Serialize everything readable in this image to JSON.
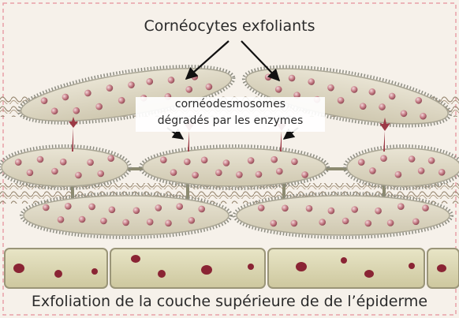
{
  "title": "Cornéocytes exfoliants",
  "enzyme_label_line1": "cornéodesmosomes",
  "enzyme_label_line2": "dégradés par les enzymes",
  "caption": "Exfoliation de la couche supérieure de de l’épiderme",
  "colors": {
    "background": "#f6f1ea",
    "border_dash": "#e8a0a8",
    "cell_fill": "#d8d2bd",
    "cell_outline": "#9a9a8c",
    "dot": "#b56a73",
    "desmosome": "#9c3a46",
    "base_cell": "#dcd8b2",
    "nucleus": "#8a2434",
    "fiber": "#8c7a62"
  }
}
